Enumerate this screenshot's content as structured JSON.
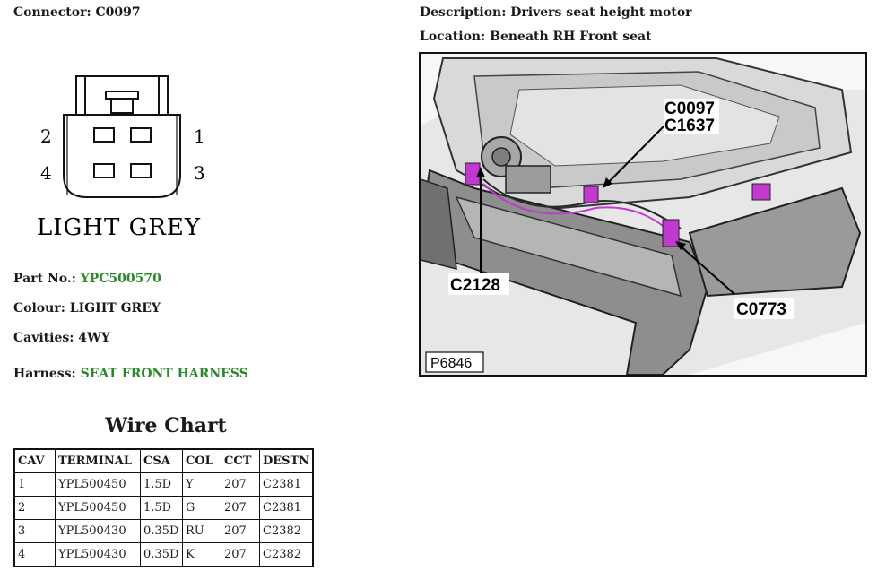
{
  "connector": {
    "label": "Connector:",
    "value": "C0097"
  },
  "description": {
    "label": "Description:",
    "value": "Drivers seat height motor"
  },
  "location": {
    "label": "Location:",
    "value": "Beneath RH Front seat"
  },
  "connector_drawing": {
    "pin_labels": [
      "2",
      "1",
      "4",
      "3"
    ],
    "colour_caption": "LIGHT GREY"
  },
  "part": {
    "label": "Part No.:",
    "value": "YPC500570",
    "link_color": "#2a8a2a"
  },
  "colour": {
    "label": "Colour:",
    "value": "LIGHT GREY"
  },
  "cavities": {
    "label": "Cavities:",
    "value": "4WY"
  },
  "harness": {
    "label": "Harness:",
    "value": "SEAT FRONT HARNESS"
  },
  "photo": {
    "callouts": [
      "C0097",
      "C1637",
      "C2128",
      "C0773"
    ],
    "reference": "P6846",
    "highlight_color": "#c03ad0"
  },
  "wire_chart": {
    "title": "Wire Chart",
    "headers": [
      "CAV",
      "TERMINAL",
      "CSA",
      "COL",
      "CCT",
      "DESTN"
    ],
    "rows": [
      [
        "1",
        "YPL500450",
        "1.5D",
        "Y",
        "207",
        "C2381"
      ],
      [
        "2",
        "YPL500450",
        "1.5D",
        "G",
        "207",
        "C2381"
      ],
      [
        "3",
        "YPL500430",
        "0.35D",
        "RU",
        "207",
        "C2382"
      ],
      [
        "4",
        "YPL500430",
        "0.35D",
        "K",
        "207",
        "C2382"
      ]
    ]
  }
}
